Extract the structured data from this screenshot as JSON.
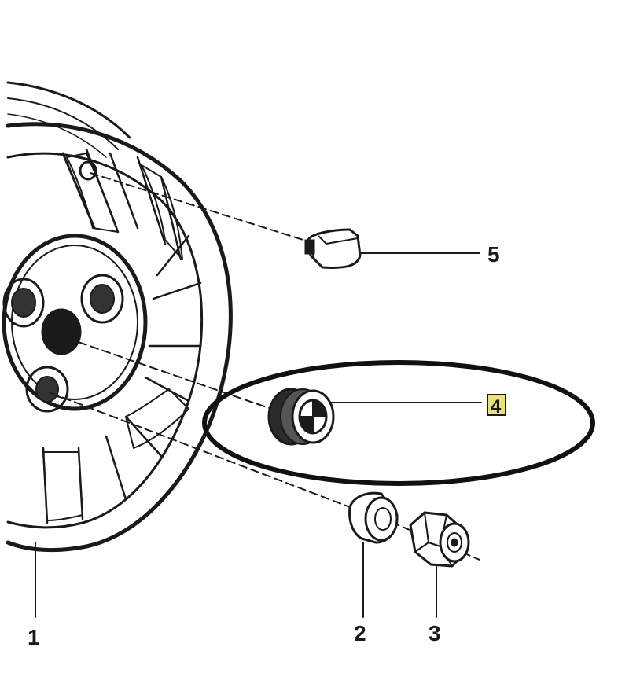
{
  "diagram": {
    "callouts": [
      {
        "id": "1",
        "label": "1",
        "part": "wheel-rim"
      },
      {
        "id": "2",
        "label": "2",
        "part": "wheel-bolt-sleeve"
      },
      {
        "id": "3",
        "label": "3",
        "part": "lug-nut"
      },
      {
        "id": "4",
        "label": "4",
        "part": "center-cap",
        "highlighted": true
      },
      {
        "id": "5",
        "label": "5",
        "part": "valve-clip"
      }
    ],
    "colors": {
      "ink": "#1a1a1a",
      "background": "#ffffff",
      "highlight_box": "#e8e27a",
      "highlight_ring": "#111111"
    }
  }
}
